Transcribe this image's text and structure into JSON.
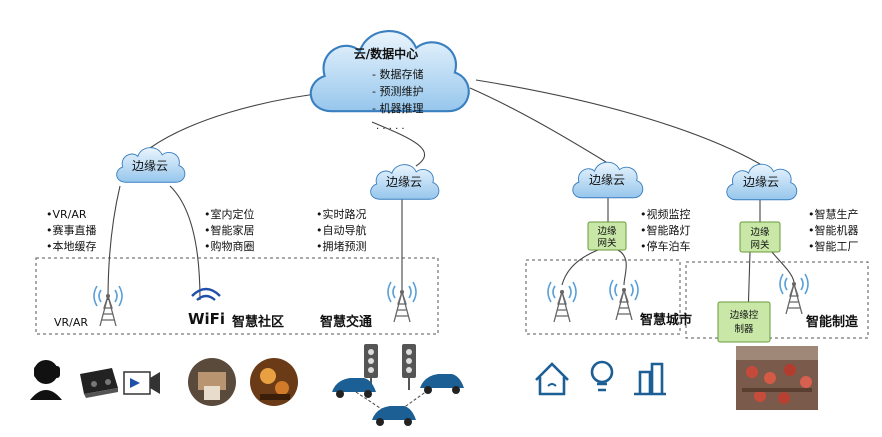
{
  "center_cloud": {
    "title": "云/数据中心",
    "items": [
      "- 数据存储",
      "- 预测维护",
      "- 机器推理"
    ]
  },
  "edge_clouds": [
    {
      "label": "边缘云"
    },
    {
      "label": "边缘云"
    },
    {
      "label": "边缘云"
    },
    {
      "label": "边缘云"
    }
  ],
  "feature_groups": [
    {
      "items": [
        "•VR/AR",
        "•赛事直播",
        "•本地缓存"
      ]
    },
    {
      "items": [
        "•室内定位",
        "•智能家居",
        "•购物商圈"
      ]
    },
    {
      "items": [
        "•实时路况",
        "•自动导航",
        "•拥堵预测"
      ]
    },
    {
      "items": [
        "•视频监控",
        "•智能路灯",
        "•停车泊车"
      ]
    },
    {
      "items": [
        "•智慧生产",
        "•智能机器",
        "•智能工厂"
      ]
    }
  ],
  "gateways": [
    {
      "label_line1": "边缘",
      "label_line2": "网关"
    },
    {
      "label_line1": "边缘",
      "label_line2": "网关"
    }
  ],
  "controller": {
    "line1": "边缘控",
    "line2": "制器"
  },
  "zone_labels": {
    "vrar": "VR/AR",
    "wifi": "WiFi",
    "community": "智慧社区",
    "traffic": "智慧交通",
    "city": "智慧城市",
    "manufacturing": "智能制造"
  },
  "colors": {
    "cloud_fill_top": "#e8f4fc",
    "cloud_fill_bottom": "#9ccbee",
    "cloud_stroke": "#3a7fc0",
    "gateway_fill": "#c9e8a8",
    "wifi_blue": "#1f4fa8",
    "city_icon_blue": "#1c5f95"
  },
  "icons": {
    "vr": [
      "vr-headset-person-icon",
      "vr-goggles-icon",
      "video-camera-icon"
    ],
    "community": [
      "home-photo-icon",
      "shopping-photo-icon"
    ],
    "traffic": [
      "traffic-light-icon",
      "car-icon"
    ],
    "city": [
      "smart-home-icon",
      "smart-lightbulb-icon",
      "smart-building-icon"
    ],
    "manufacturing": [
      "factory-floor-photo-icon"
    ]
  }
}
